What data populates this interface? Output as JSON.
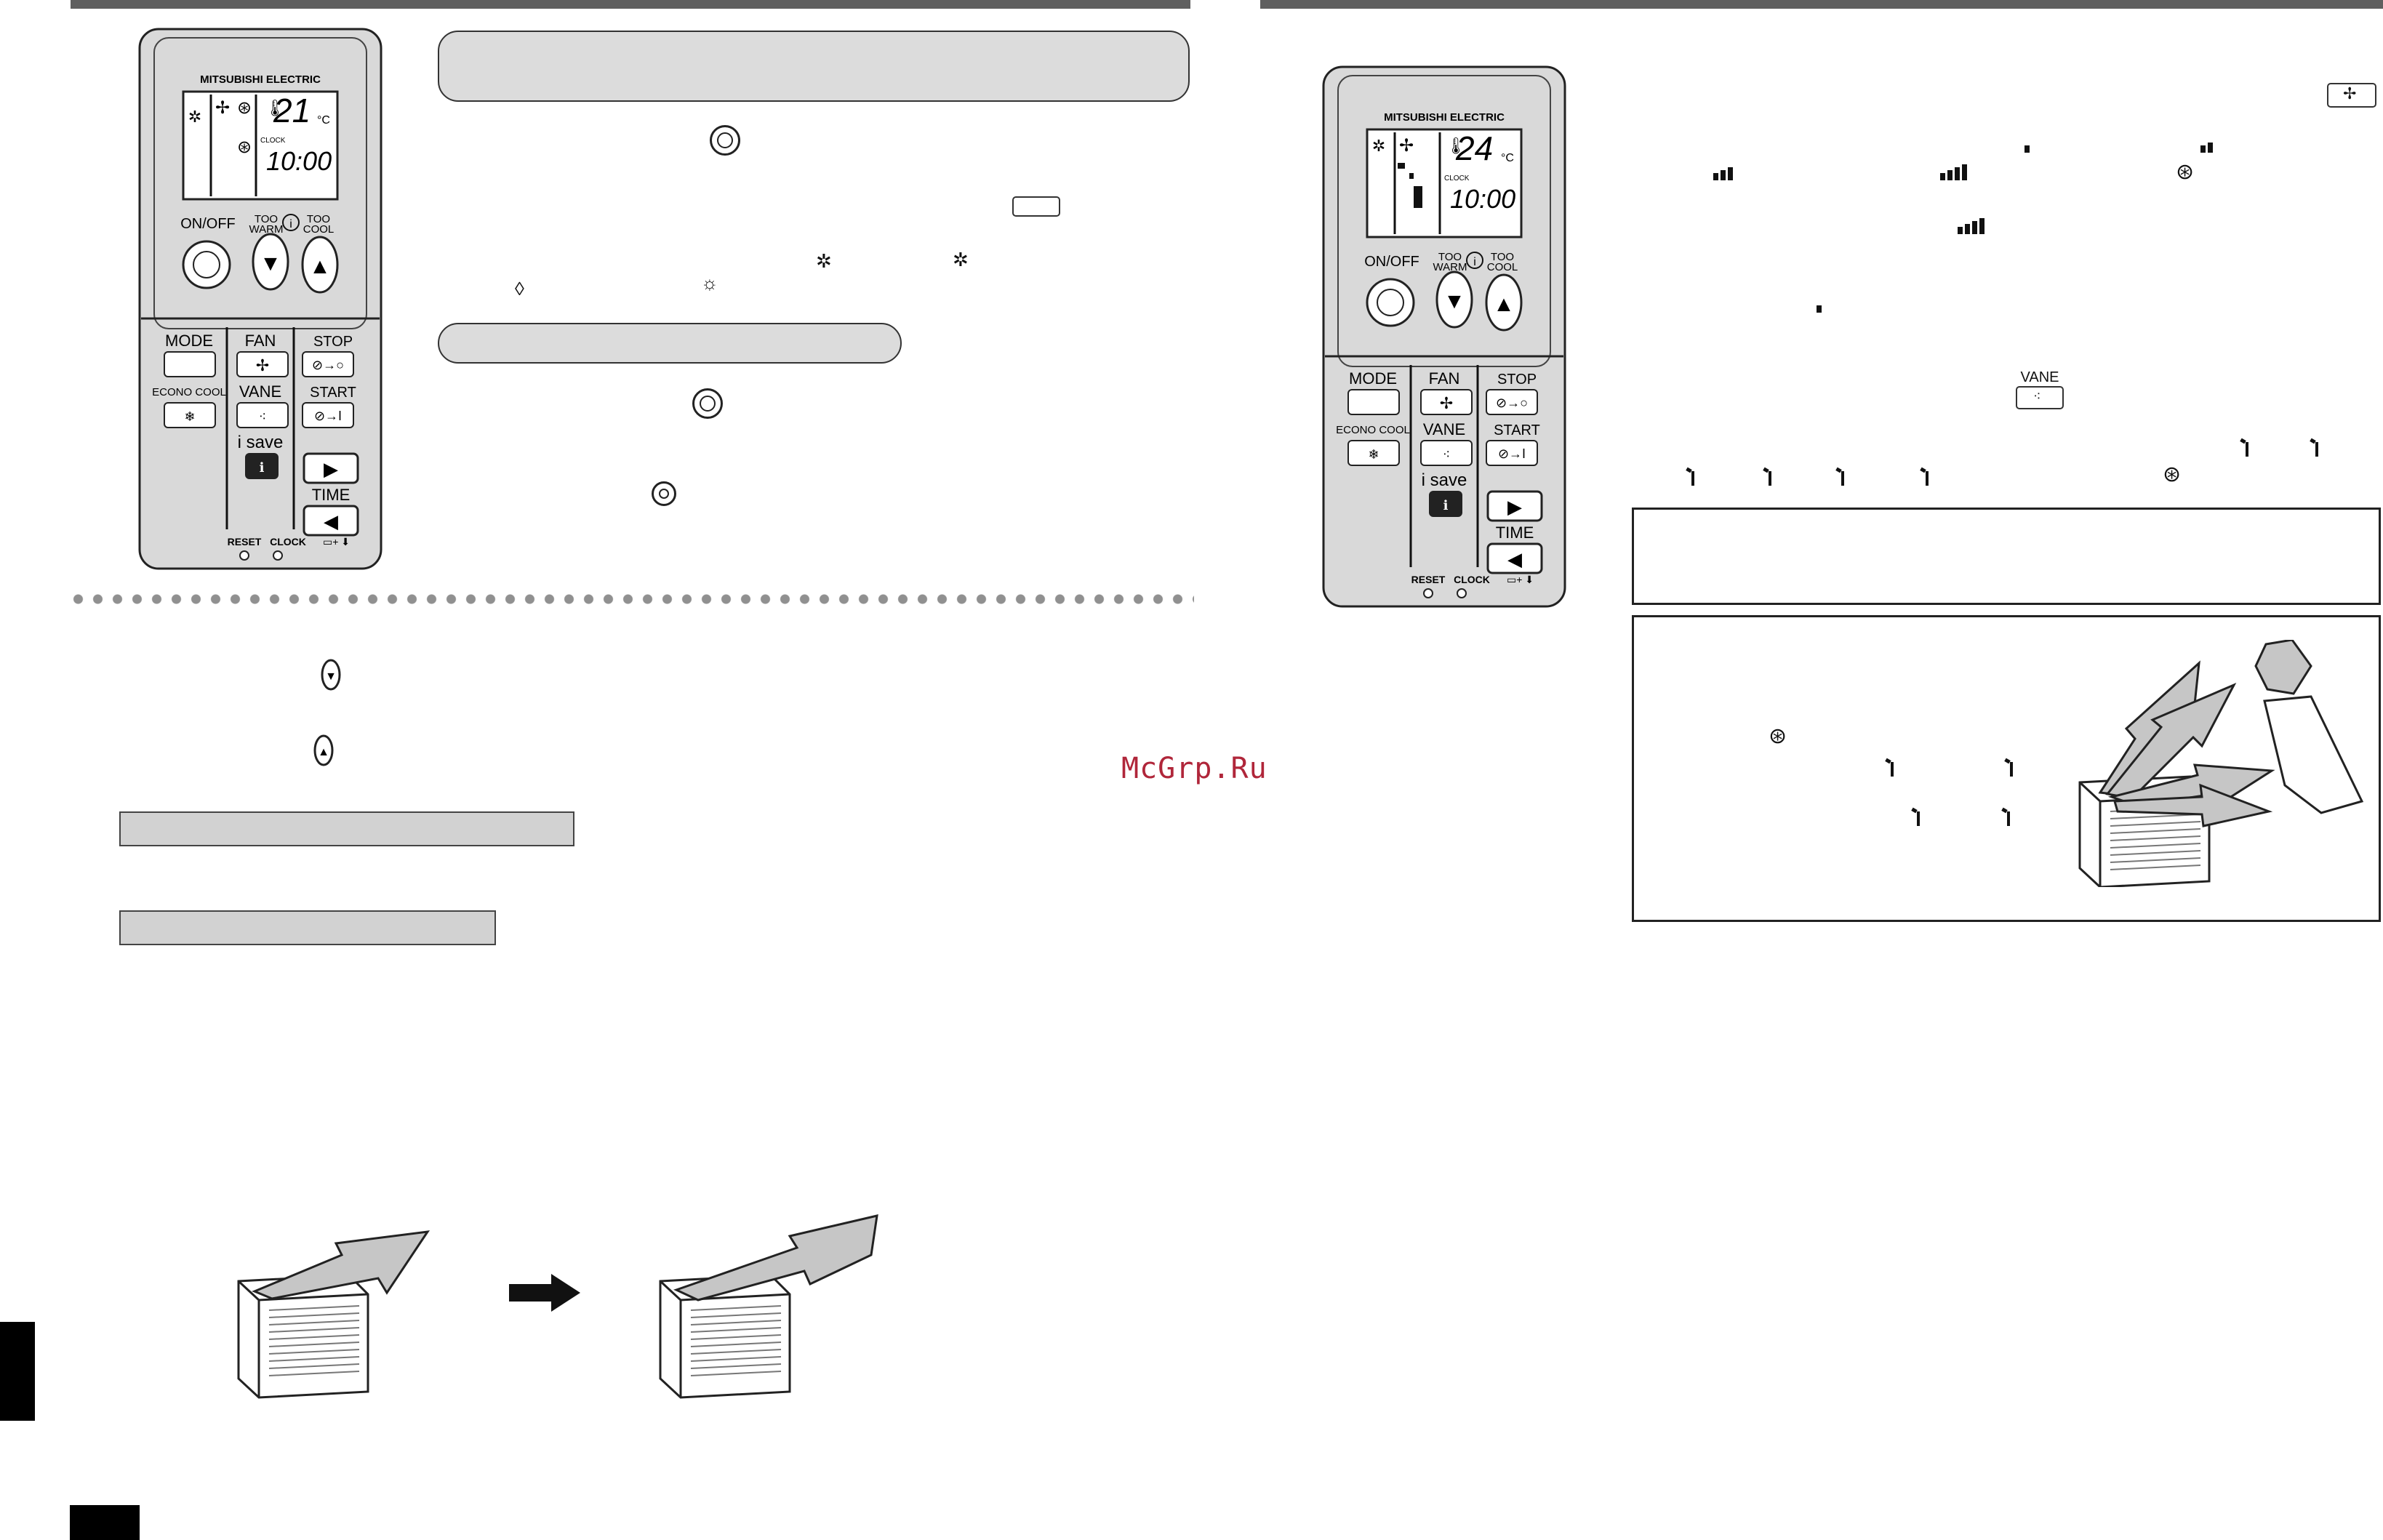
{
  "watermark": "McGrp.Ru",
  "remote_left": {
    "brand": "MITSUBISHI ELECTRIC",
    "temp": "21",
    "unit": "°C",
    "clock_label": "CLOCK",
    "time": "10:00",
    "on_off": "ON/OFF",
    "too_warm": [
      "TOO",
      "WARM"
    ],
    "too_cool": [
      "TOO",
      "COOL"
    ],
    "mode": "MODE",
    "fan": "FAN",
    "stop": "STOP",
    "econo_cool": "ECONO COOL",
    "vane": "VANE",
    "start": "START",
    "i_save": "i save",
    "time_label": "TIME",
    "reset": "RESET",
    "clock": "CLOCK"
  },
  "remote_right": {
    "brand": "MITSUBISHI ELECTRIC",
    "temp": "24",
    "unit": "°C",
    "clock_label": "CLOCK",
    "time": "10:00",
    "on_off": "ON/OFF",
    "too_warm": [
      "TOO",
      "WARM"
    ],
    "too_cool": [
      "TOO",
      "COOL"
    ],
    "mode": "MODE",
    "fan": "FAN",
    "stop": "STOP",
    "econo_cool": "ECONO COOL",
    "vane": "VANE",
    "start": "START",
    "i_save": "i save",
    "time_label": "TIME",
    "reset": "RESET",
    "clock": "CLOCK"
  },
  "vane_button_label": "VANE",
  "icons": {
    "power": "power-button-icon",
    "fan": "fan-icon",
    "swing": "swing-icon",
    "auto": "auto-mode-icon",
    "cool": "cool-mode-icon",
    "dry": "dry-mode-icon",
    "heat": "heat-mode-icon",
    "temp_down": "temp-down-icon",
    "temp_up": "temp-up-icon"
  },
  "colors": {
    "bar": "#5f5f5f",
    "pill": "#dcdcdc",
    "remote_body": "#d9d9d9",
    "lcd": "#ffffff",
    "watermark": "#b0263a"
  }
}
